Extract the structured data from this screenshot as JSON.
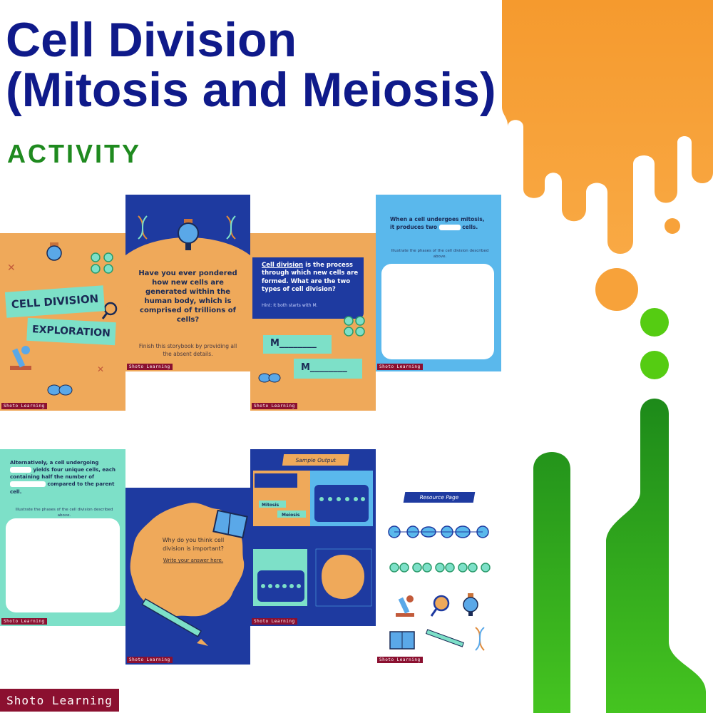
{
  "header": {
    "title_line1": "Cell Division",
    "title_line2": "(Mitosis and Meiosis)",
    "subtitle": "ACTIVITY"
  },
  "brand": "Shoto Learning",
  "pages": {
    "cover": {
      "word1": "CELL DIVISION",
      "word2": "EXPLORATION",
      "tag": "Shoto Learning"
    },
    "intro": {
      "question": "Have you ever pondered how new cells are generated within the human body, which is comprised of trillions of cells?",
      "instruction": "Finish this storybook by providing all the absent details.",
      "tag": "Shoto Learning"
    },
    "types": {
      "term": "Cell division",
      "question": " is the process through which new cells are formed. What are the two types of cell division?",
      "hint": "Hint: It both starts with M.",
      "answer1": "M________",
      "answer2": "M________",
      "tag": "Shoto Learning"
    },
    "mitosis": {
      "q_part1": "When a cell undergoes mitosis, it produces two",
      "q_part2": "cells.",
      "instruction": "Illustrate the phases of the cell division described above.",
      "tag": "Shoto Learning"
    },
    "meiosis": {
      "q_part1": "Alternatively, a cell undergoing",
      "q_part2": "yields four unique cells, each containing half the number of",
      "q_part3": "compared to the parent cell.",
      "instruction": "Illustrate the phases of the cell division described above.",
      "tag": "Shoto Learning"
    },
    "importance": {
      "question": "Why do you think cell division is important?",
      "write": "Write your answer here.",
      "tag": "Shoto Learning"
    },
    "sample": {
      "header": "Sample Output",
      "label_mitosis": "Mitosis",
      "label_meiosis": "Meiosis",
      "tag": "Shoto Learning"
    },
    "resource": {
      "header": "Resource Page",
      "tag": "Shoto Learning"
    }
  },
  "colors": {
    "title": "#0f1a8a",
    "subtitle": "#1f8a1f",
    "orange": "#f7a23a",
    "green": "#2aa81e",
    "page_orange": "#efa95a",
    "page_blue": "#1e3aa0",
    "page_sky": "#5ab8ec",
    "page_mint": "#7de0c8",
    "brand": "#8b1030"
  }
}
